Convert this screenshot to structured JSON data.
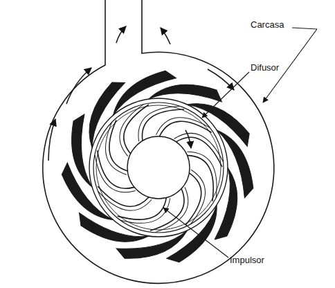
{
  "diagram": {
    "labels": [
      "Carcasa",
      "Difusor",
      "Impulsor"
    ]
  }
}
